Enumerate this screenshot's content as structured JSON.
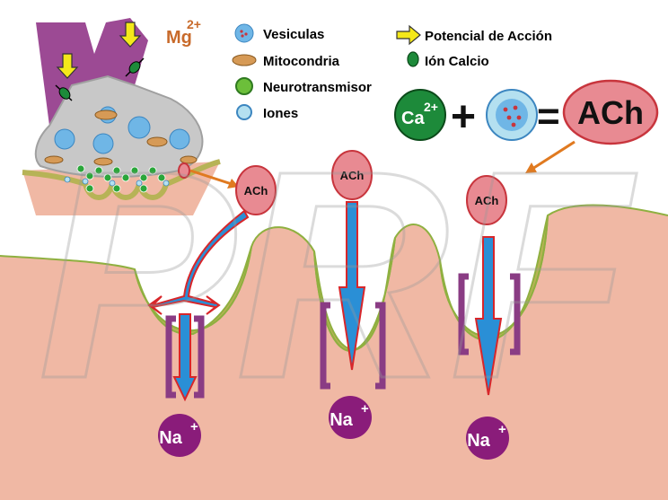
{
  "legend": {
    "mg": "Mg",
    "mg_sup": "2+",
    "vesiculas": "Vesiculas",
    "mitocondria": "Mitocondria",
    "neurotransmisor": "Neurotransmisor",
    "iones": "Iones",
    "potencial": "Potencial de Acción",
    "ion_calcio": "Ión Calcio"
  },
  "equation": {
    "ca": "Ca",
    "ca_sup": "2+",
    "plus": "+",
    "equals": "=",
    "result": "ACh"
  },
  "ach_label": "ACh",
  "na_label": "Na",
  "na_sup": "+",
  "watermark": "PRF",
  "colors": {
    "muscle": "#f0b8a4",
    "fold": "#b7b356",
    "fold_edge": "#8fb040",
    "neuron": "#9c4a94",
    "terminal": "#c8c8c8",
    "vesicle": "#6fb6e6",
    "neurotransmitter": "#2aa63a",
    "calcium": "#1d8a3a",
    "ach_fill": "#e88a92",
    "ach_edge": "#c8353d",
    "arrow_blue": "#2a8fd6",
    "arrow_red": "#d8262a",
    "channel": "#8a3c84",
    "sodium": "#8a1c7a",
    "action_arrow": "#f4e81a",
    "orange": "#e07a20"
  }
}
